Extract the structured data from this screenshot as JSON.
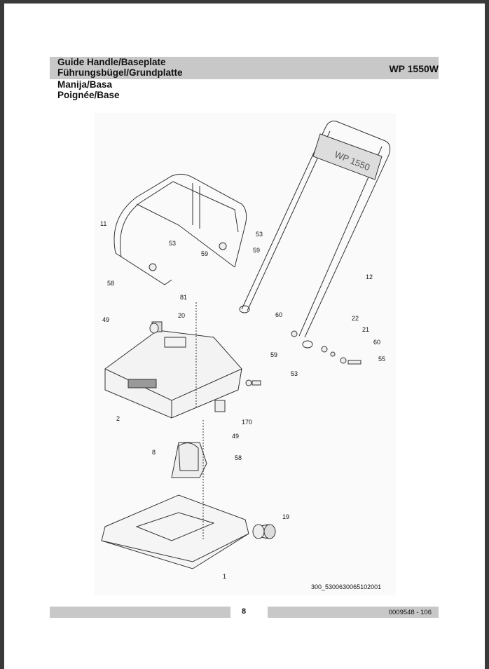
{
  "header": {
    "titles": [
      "Guide Handle/Baseplate",
      "Führungsbügel/Grundplatte",
      "Manija/Basa",
      "Poignée/Base"
    ],
    "model": "WP 1550W"
  },
  "diagram": {
    "handle_logo": "WP 1550",
    "callouts": [
      "11",
      "53",
      "59",
      "53",
      "59",
      "58",
      "49",
      "81",
      "20",
      "12",
      "60",
      "22",
      "21",
      "60",
      "55",
      "59",
      "53",
      "2",
      "170",
      "49",
      "58",
      "8",
      "19",
      "1"
    ],
    "drawing_number": "300_5300630065102001"
  },
  "footer": {
    "page_number": "8",
    "document_code": "0009548 - 106"
  }
}
